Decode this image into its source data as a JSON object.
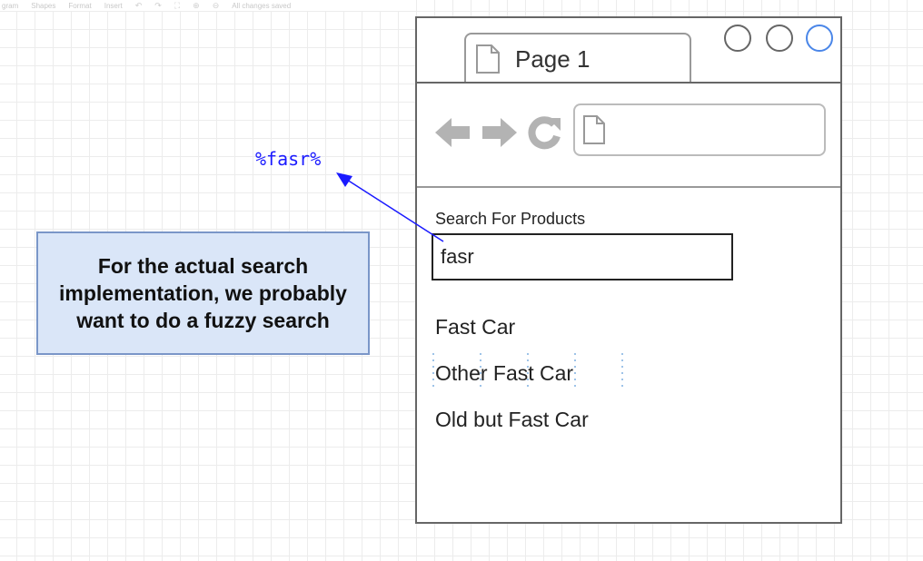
{
  "toolbar": {
    "items": [
      "gram",
      "Shapes",
      "Format",
      "Insert"
    ],
    "status": "All changes saved"
  },
  "window": {
    "tab_title": "Page 1",
    "search_label": "Search For Products",
    "search_value": "fasr",
    "results": [
      "Fast Car",
      "Other Fast Car",
      "Old but Fast Car"
    ]
  },
  "note": {
    "text": "For the actual search implementation, we probably want to do a fuzzy search"
  },
  "annotation": {
    "text": "%fasr%",
    "color": "#1a1aff"
  },
  "colors": {
    "note_fill": "#dae6f8",
    "note_border": "#7a96c8",
    "wire_border": "#666666",
    "active_window_button": "#4a86e8",
    "nav_icon": "#b3b3b3"
  },
  "icons": [
    "undo-icon",
    "redo-icon",
    "fit-icon",
    "zoom-in-icon",
    "zoom-out-icon",
    "document-icon",
    "back-arrow-icon",
    "forward-arrow-icon",
    "refresh-icon"
  ]
}
